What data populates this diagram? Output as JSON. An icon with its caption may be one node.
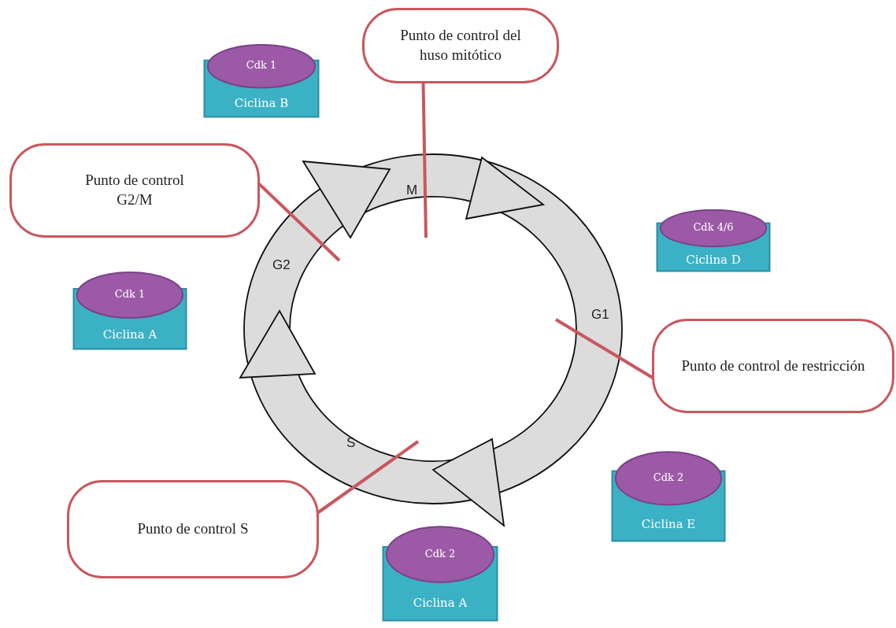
{
  "diagram": {
    "nodes": [
      {
        "text": [
          "Punto de control del huso mitótico"
        ]
      },
      {
        "text": [
          "Cdk 1",
          "Ciclina B"
        ]
      },
      {
        "text": [
          "Punto de control G2/M"
        ]
      },
      {
        "text": [
          "Cdk 4/6",
          "Ciclina D"
        ]
      },
      {
        "text": [
          "Cdk 1",
          "Ciclina A"
        ]
      },
      {
        "text": [
          "Punto de control de restricción"
        ]
      },
      {
        "text": [
          "Cdk 2",
          "Ciclina E"
        ]
      },
      {
        "text": [
          "Punto de control S"
        ]
      },
      {
        "text": [
          "Cdk 2",
          "Ciclina A"
        ]
      }
    ],
    "edges": [
      {
        "from": 0,
        "to": null,
        "arrow": "none"
      },
      {
        "from": 2,
        "to": null,
        "arrow": "none"
      },
      {
        "from": 5,
        "to": null,
        "arrow": "none"
      },
      {
        "from": 7,
        "to": null,
        "arrow": "none"
      }
    ],
    "labels": [
      "M",
      "G2",
      "G1",
      "S"
    ]
  }
}
